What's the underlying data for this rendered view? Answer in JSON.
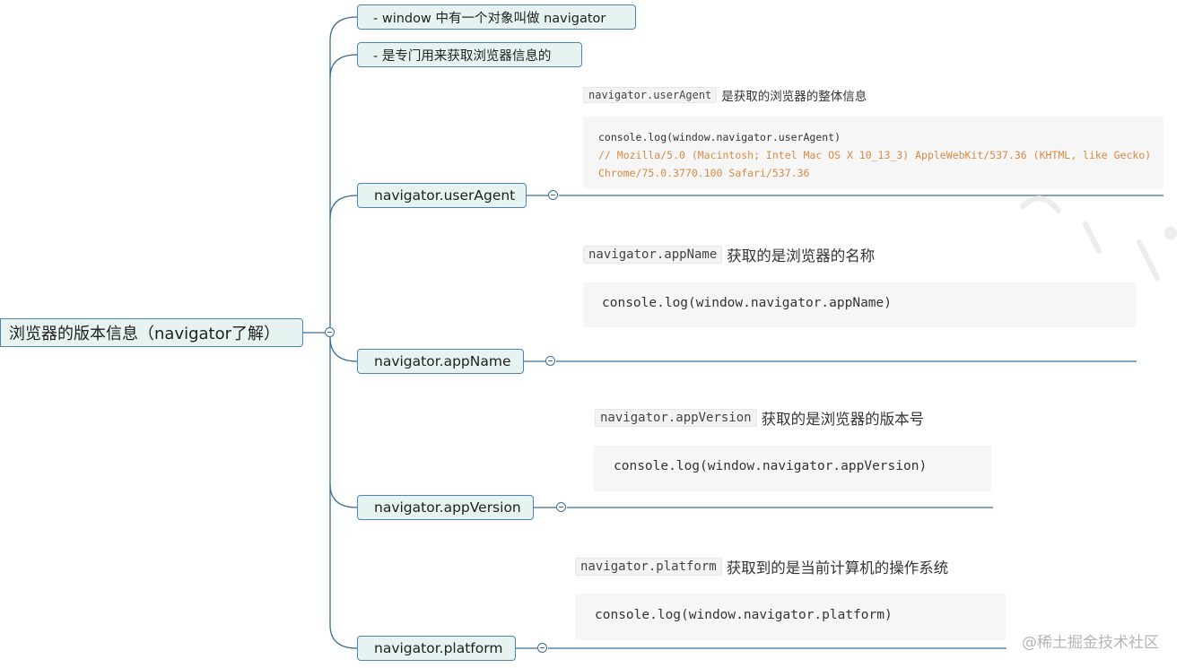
{
  "root": {
    "label": "浏览器的版本信息（navigator了解）"
  },
  "notes": [
    "- window 中有一个对象叫做 navigator",
    "- 是专门用来获取浏览器信息的"
  ],
  "branches": [
    {
      "label": "navigator.userAgent",
      "chip": "navigator.userAgent",
      "desc": "是获取的浏览器的整体信息",
      "code": "console.log(window.navigator.userAgent)",
      "comment_lines": [
        "// Mozilla/5.0 (Macintosh; Intel Mac OS X 10_13_3) AppleWebKit/537.36 (KHTML, like Gecko)",
        "Chrome/75.0.3770.100 Safari/537.36"
      ]
    },
    {
      "label": "navigator.appName",
      "chip": "navigator.appName",
      "desc": "获取的是浏览器的名称",
      "code": "console.log(window.navigator.appName)"
    },
    {
      "label": "navigator.appVersion",
      "chip": "navigator.appVersion",
      "desc": "获取的是浏览器的版本号",
      "code": "console.log(window.navigator.appVersion)"
    },
    {
      "label": "navigator.platform",
      "chip": "navigator.platform",
      "desc": "获取到的是当前计算机的操作系统",
      "code": "console.log(window.navigator.platform)"
    }
  ],
  "watermark": "@稀土掘金技术社区",
  "colors": {
    "connector": "#3b6e96",
    "node_fill": "#e7f3f1",
    "node_border": "#4a86b5",
    "comment": "#d88a45"
  }
}
